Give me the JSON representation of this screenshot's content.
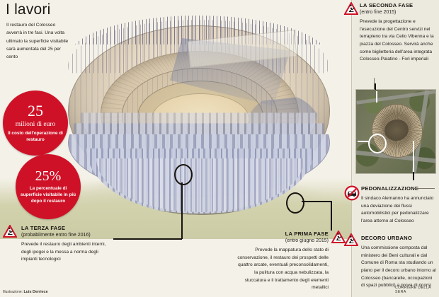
{
  "header": {
    "title": "I lavori",
    "intro": "Il restauro del Colosseo avverrà in tre fasi. Una volta ultimato la superficie visitabile sarà aumentata del 25 per cento"
  },
  "badges": [
    {
      "id": "cost-badge",
      "value": "25",
      "unit": "milioni di euro",
      "caption": "Il costo dell'operazione di restauro",
      "color": "#cf1127"
    },
    {
      "id": "surface-badge",
      "value": "25%",
      "unit": "",
      "caption": "La percentuale di superficie visitabile in più dopo il restauro",
      "color": "#cf1127"
    }
  ],
  "notes": [
    {
      "id": "terza-fase",
      "heading": "LA TERZA FASE",
      "date": "(probabilmente entro fine 2016)",
      "body": "Prevede il restauro degli ambienti interni, degli ipogei e la messa a norma degli impianti tecnologici",
      "icon": "roadwork-warning-icon"
    },
    {
      "id": "prima-fase",
      "heading": "LA PRIMA FASE",
      "date": "(entro giugno 2015)",
      "body": "Prevede la mappatura dello stato di conservazione, il restauro dei prospetti delle quattro arcate, eventuali preconsolidamenti, la pulitura con acqua nebulizzata, la stuccatura e il trattamento degli elementi metallici",
      "icon": "roadwork-warning-icon"
    },
    {
      "id": "seconda-fase",
      "heading": "LA SECONDA FASE",
      "date": "(entro fine 2015)",
      "body": "Prevede la progettazione e l'esecuzione del Centro servizi nel terrapieno tra via Celio Vibenna e la piazza del Colosseo. Servirà anche come biglietteria dell'area integrata Colosseo-Palatino - Fori imperiali",
      "icon": "roadwork-warning-icon"
    },
    {
      "id": "pedonalizzazione",
      "heading": "PEDONALIZZAZIONE",
      "date": "",
      "body": "Il sindaco Alemanno ha annunciato una deviazione dei flussi automobilistici per pedonalizzare l'area attorno al Colosseo",
      "icon": "no-cars-icon"
    },
    {
      "id": "decoro-urbano",
      "heading": "DECORO URBANO",
      "date": "",
      "body": "Una commissione composta dal ministero dei Beni culturali e dal Comune di Roma sta studiando un piano per il decoro urbano intorno al Colosseo (bancarelle, occupazioni di spazi pubblici) a prova di ricorsi",
      "icon": "roadwork-warning-icon"
    }
  ],
  "photo": {
    "id": "aerial-colosseum-photo",
    "alt": "Foto aerea del Colosseo"
  },
  "credits": {
    "publisher": "CORRIERE DELLA SERA",
    "illustration_label": "Illustrazione:",
    "illustrator": "Luis Derriece"
  },
  "colors": {
    "badge_red": "#cf1127",
    "warning_red": "#cf1127",
    "page_bg": "#f4f1e8",
    "column_bg": "#eceadf",
    "text": "#26211d"
  }
}
